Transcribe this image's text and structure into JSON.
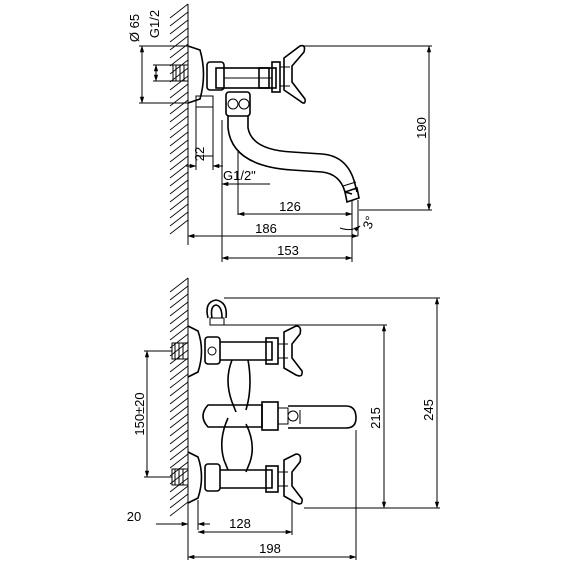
{
  "side_view": {
    "dims": {
      "flange_diameter": "Ø 65",
      "inlet_thread": "G1/2",
      "height": "190",
      "offset": "22",
      "outlet_thread": "G1/2\"",
      "spout_reach": "126",
      "total_depth": "186",
      "spout_depth": "153",
      "spout_angle": "3°"
    }
  },
  "front_view": {
    "dims": {
      "centers": "150±20",
      "height_inner": "215",
      "height_total": "245",
      "wall_offset": "20",
      "eccentric": "128",
      "width": "198"
    }
  }
}
